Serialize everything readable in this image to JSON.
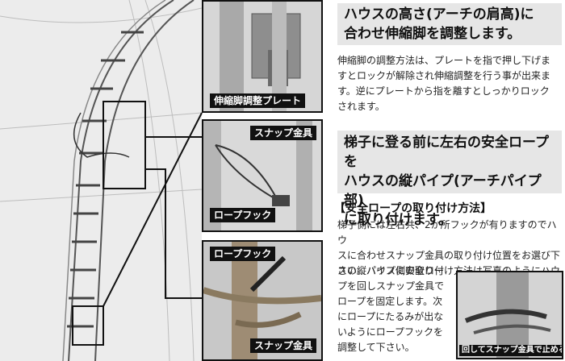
{
  "photo1": {
    "caption": "伸縮脚調整プレート"
  },
  "photo2": {
    "caption_top": "スナップ金具",
    "caption_bottom": "ロープフック"
  },
  "photo3": {
    "caption_top": "ロープフック",
    "caption_bottom": "スナップ金具"
  },
  "photo4": {
    "caption": "回してスナップ金具で止める"
  },
  "section1": {
    "heading_line1": "ハウスの高さ(アーチの肩高)に",
    "heading_line2": "合わせ伸縮脚を調整します。",
    "text_line1": "伸縮脚の調整方法は、プレートを指で押し下げま",
    "text_line2": "すとロックが解除され伸縮調整を行う事が出来ま",
    "text_line3": "す。逆にプレートから指を離すとしっかりロック",
    "text_line4": "されます。"
  },
  "section2": {
    "heading_line1": "梯子に登る前に左右の安全ロープを",
    "heading_line2": "ハウスの縦パイプ(アーチパイプ部)",
    "heading_line3": "に取り付けます。"
  },
  "section3": {
    "heading": "【安全ロープの取り付け方法】",
    "text_line1": "梯子側には左右共、2か所フックが有りますのでハウ",
    "text_line2": "スに合わせスナップ金具の取り付け位置をお選び下",
    "text_line3": "さい。ハウス側の取り付け方法は写真のようにハウ",
    "text_line4": "スの縦パイプに安全ロー",
    "text_line5": "プを回しスナップ金具で",
    "text_line6": "ロープを固定します。次",
    "text_line7": "にロープにたるみが出な",
    "text_line8": "いようにロープフックを",
    "text_line9": "調整して下さい。"
  }
}
